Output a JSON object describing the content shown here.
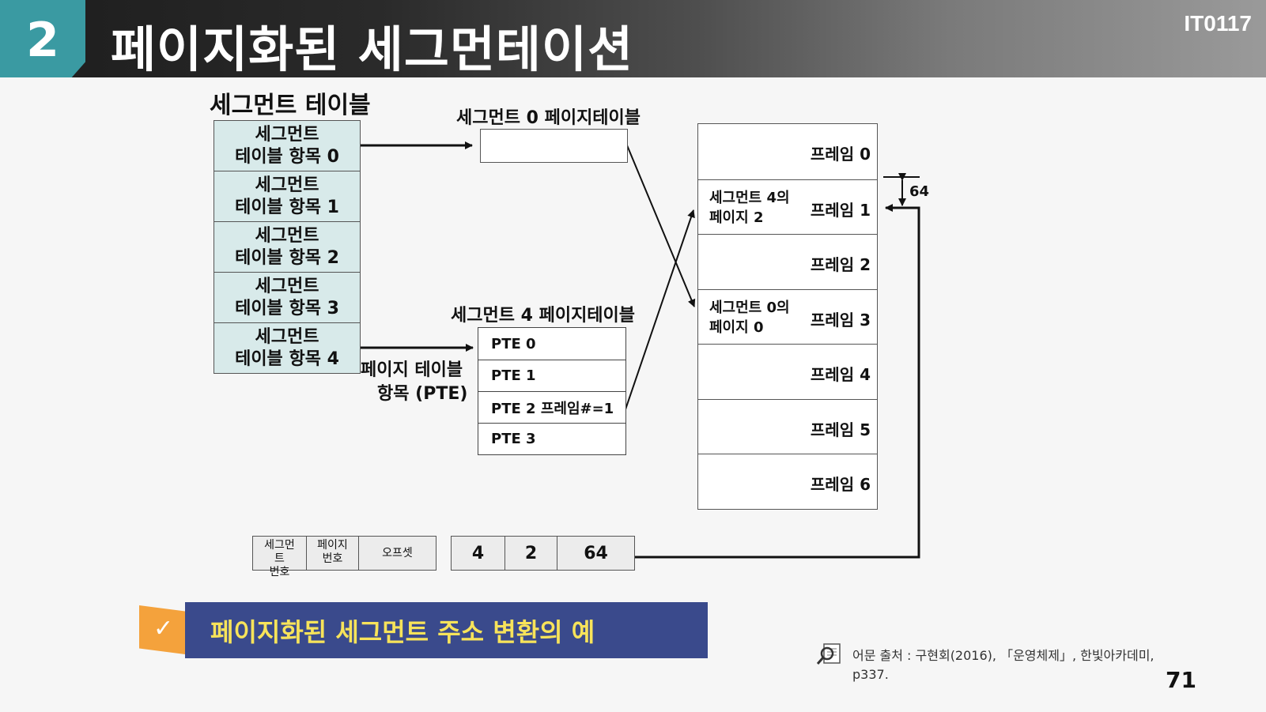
{
  "header": {
    "number": "2",
    "title": "페이지화된 세그먼테이션",
    "course_code": "IT0117"
  },
  "segment_table": {
    "title": "세그먼트 테이블",
    "entries": [
      "세그먼트\n테이블 항목 0",
      "세그먼트\n테이블 항목 1",
      "세그먼트\n테이블 항목 2",
      "세그먼트\n테이블 항목 3",
      "세그먼트\n테이블 항목 4"
    ]
  },
  "page_table_0": {
    "label": "세그먼트 0 페이지테이블"
  },
  "page_table_4": {
    "label": "세그먼트 4 페이지테이블",
    "rows": [
      "PTE 0",
      "PTE 1",
      "PTE 2 프레임#=1",
      "PTE 3"
    ]
  },
  "pte_label": {
    "line1": "페이지 테이블",
    "line2": "항목 (PTE)"
  },
  "frames": [
    {
      "label": "프레임 0",
      "content": ""
    },
    {
      "label": "프레임 1",
      "content": "세그먼트 4의\n페이지 2"
    },
    {
      "label": "프레임 2",
      "content": ""
    },
    {
      "label": "프레임 3",
      "content": "세그먼트 0의\n페이지 0"
    },
    {
      "label": "프레임 4",
      "content": ""
    },
    {
      "label": "프레임 5",
      "content": ""
    },
    {
      "label": "프레임 6",
      "content": ""
    }
  ],
  "offset_marker": "64",
  "address_fields": [
    "세그먼\n트\n번호",
    "페이지\n번호",
    "오프셋"
  ],
  "address_values": [
    "4",
    "2",
    "64"
  ],
  "caption": {
    "check_icon": "check-icon",
    "text": "페이지화된 세그먼트 주소 변환의 예"
  },
  "source": {
    "icon": "magnifier-document-icon",
    "text": "어문 출처 : 구현회(2016), 「운영체제」, 한빛아카데미,\np337."
  },
  "page_number": "71"
}
